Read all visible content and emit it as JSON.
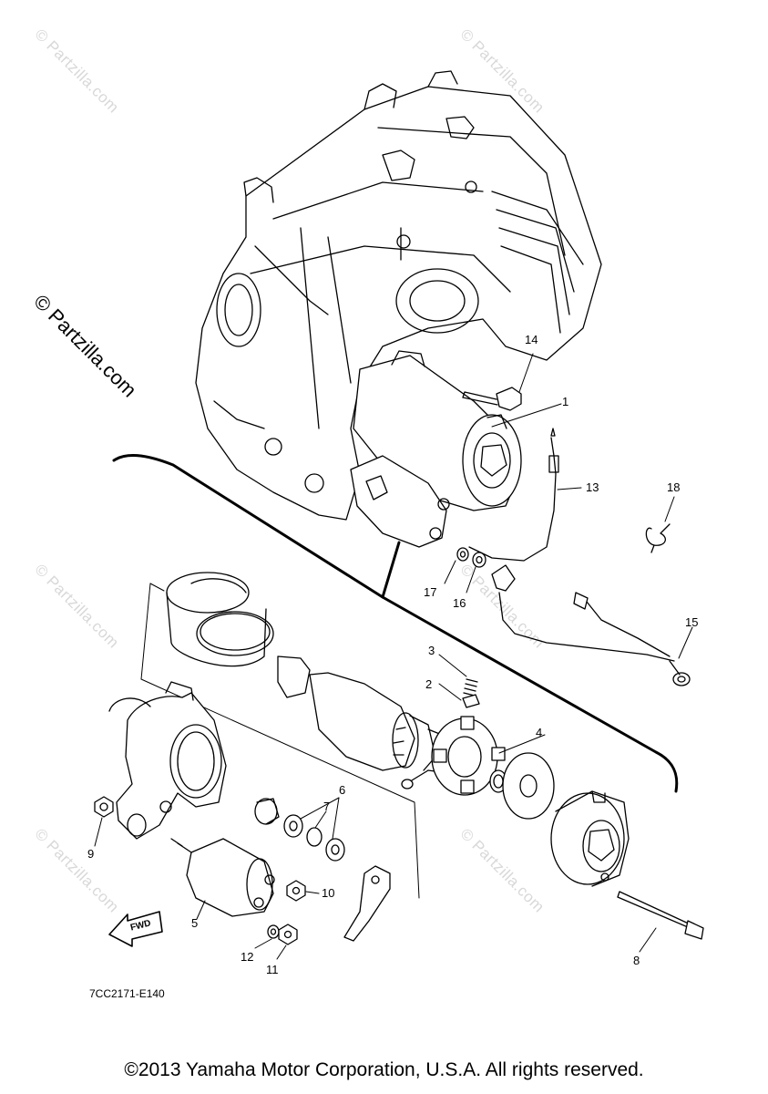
{
  "watermark": "© Partzilla.com",
  "diagram_code": "7CC2171-E140",
  "fwd_label": "FWD",
  "copyright": "©2013 Yamaha Motor Corporation, U.S.A. All rights reserved.",
  "callouts": {
    "c1": "1",
    "c2": "2",
    "c3": "3",
    "c4": "4",
    "c5": "5",
    "c6": "6",
    "c7": "7",
    "c8": "8",
    "c9": "9",
    "c10": "10",
    "c11": "11",
    "c12": "12",
    "c13": "13",
    "c14": "14",
    "c15": "15",
    "c16": "16",
    "c17": "17",
    "c18": "18"
  }
}
